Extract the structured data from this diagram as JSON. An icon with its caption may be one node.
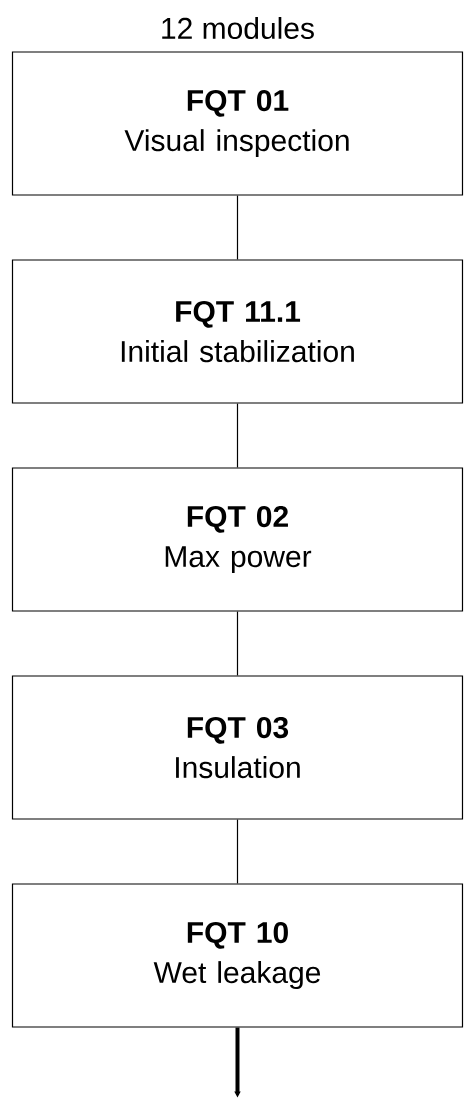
{
  "diagram": {
    "nodes": [
      {
        "text": [
          "FQT 01",
          "Visual inspection"
        ]
      },
      {
        "text": [
          "FQT 11.1",
          "Initial stabilization"
        ]
      },
      {
        "text": [
          "FQT 02",
          "Max power"
        ]
      },
      {
        "text": [
          "FQT 03",
          "Insulation"
        ]
      },
      {
        "text": [
          "FQT 10",
          "Wet leakage"
        ]
      }
    ],
    "edges": [
      {
        "from": 0,
        "to": 1,
        "arrow": "none"
      },
      {
        "from": 1,
        "to": 2,
        "arrow": "none"
      },
      {
        "from": 2,
        "to": 3,
        "arrow": "none"
      },
      {
        "from": 3,
        "to": 4,
        "arrow": "none"
      },
      {
        "from": 4,
        "to": null,
        "arrow": "to",
        "style": "thick"
      }
    ],
    "labels": [
      "12 modules"
    ]
  }
}
